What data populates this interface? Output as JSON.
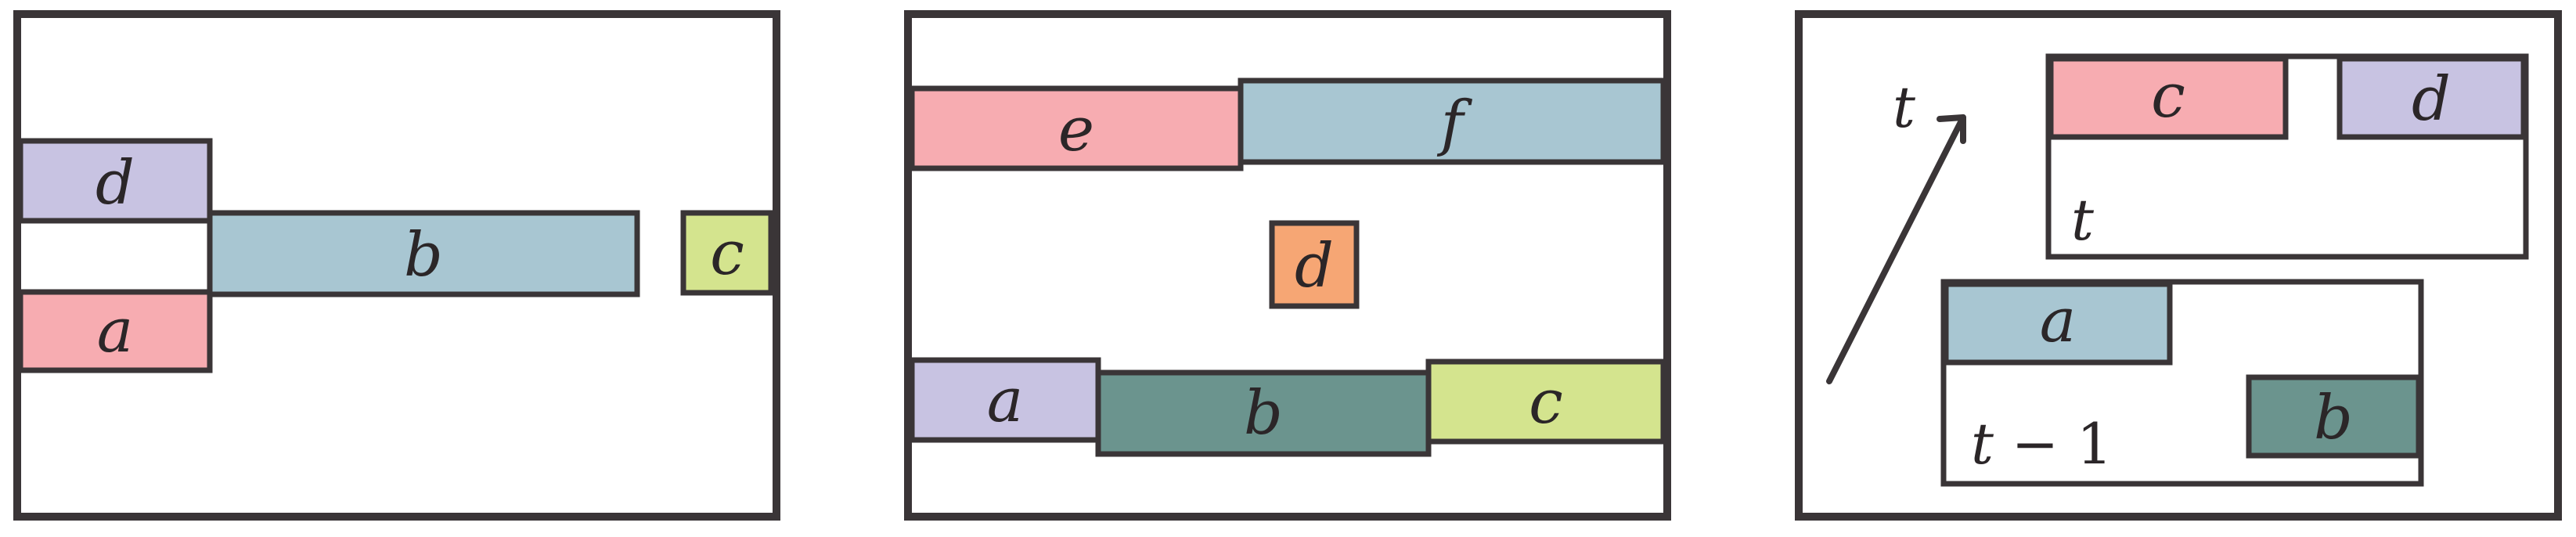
{
  "colors": {
    "stroke": "#3a3537",
    "purple": "#c8c3e2",
    "blue": "#a8c6d2",
    "pink": "#f7acb1",
    "lime": "#d4e48e",
    "orange": "#f6a674",
    "teal": "#6b948e"
  },
  "panel1": {
    "blocks": [
      {
        "id": "d",
        "label": "d",
        "color": "purple"
      },
      {
        "id": "b",
        "label": "b",
        "color": "blue"
      },
      {
        "id": "a",
        "label": "a",
        "color": "pink"
      },
      {
        "id": "c",
        "label": "c",
        "color": "lime"
      }
    ]
  },
  "panel2": {
    "blocks": [
      {
        "id": "e",
        "label": "e",
        "color": "pink"
      },
      {
        "id": "f",
        "label": "f",
        "color": "blue"
      },
      {
        "id": "d",
        "label": "d",
        "color": "orange"
      },
      {
        "id": "a",
        "label": "a",
        "color": "purple"
      },
      {
        "id": "b",
        "label": "b",
        "color": "teal"
      },
      {
        "id": "c",
        "label": "c",
        "color": "lime"
      }
    ]
  },
  "panel3": {
    "arrow_label": "t",
    "top_frame": {
      "caption": "t",
      "blocks": [
        {
          "id": "c",
          "label": "c",
          "color": "pink"
        },
        {
          "id": "d",
          "label": "d",
          "color": "purple"
        }
      ]
    },
    "bottom_frame": {
      "caption_var": "t",
      "caption_rest": " − 1",
      "blocks": [
        {
          "id": "a",
          "label": "a",
          "color": "blue"
        },
        {
          "id": "b",
          "label": "b",
          "color": "teal"
        }
      ]
    }
  }
}
